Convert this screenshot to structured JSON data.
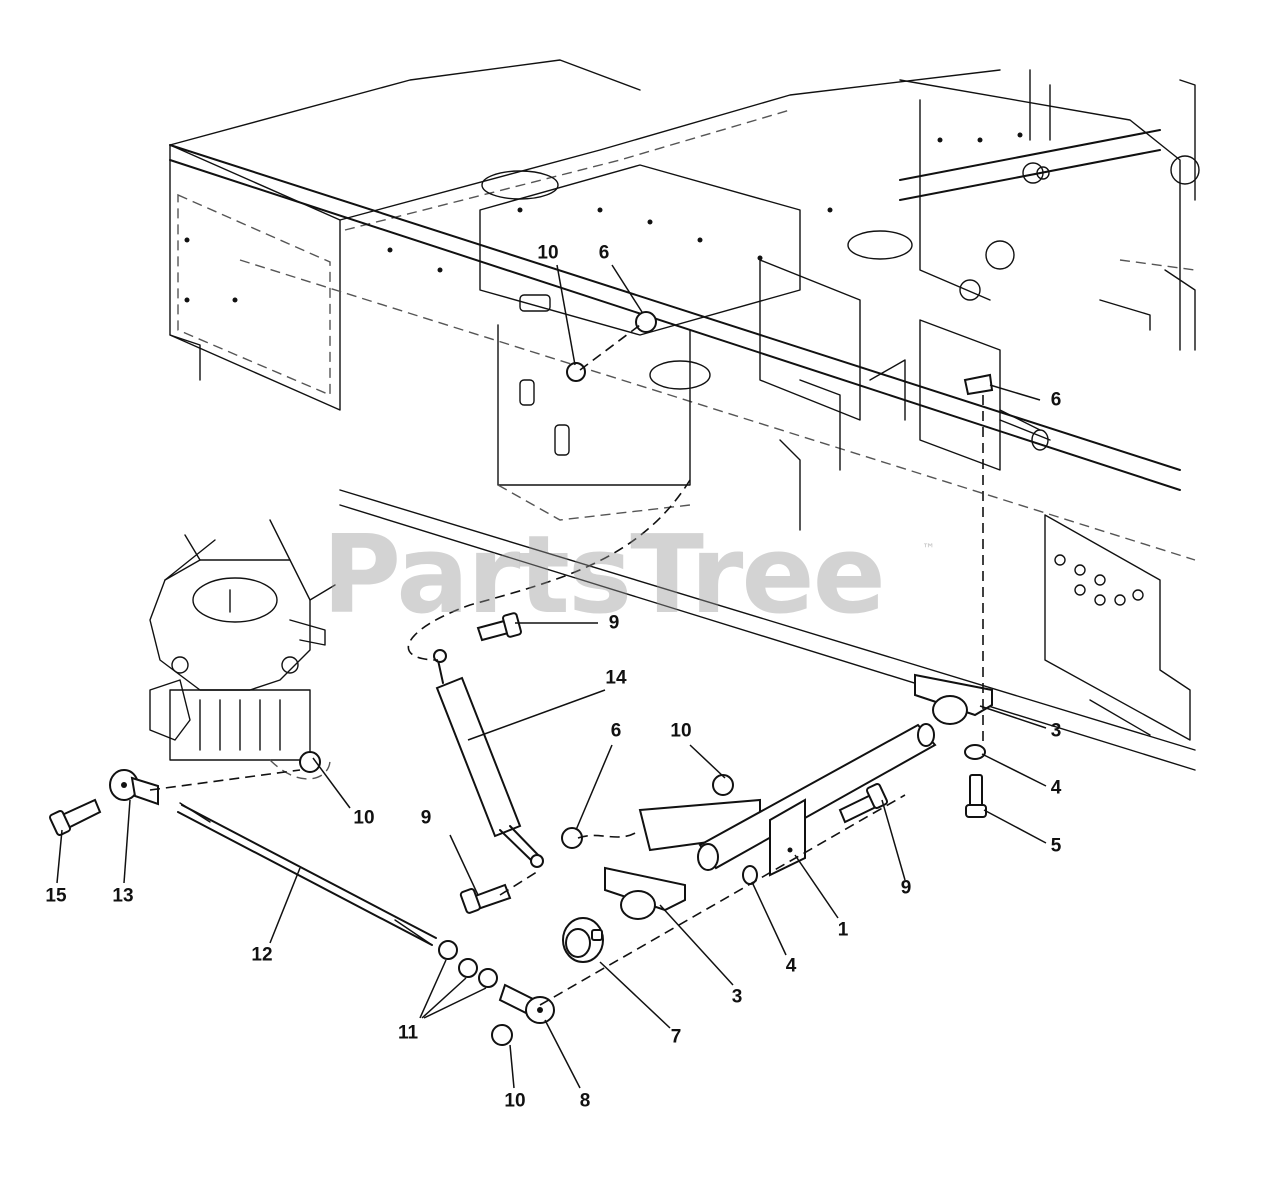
{
  "watermark": {
    "text": "PartsTree",
    "mark": "™"
  },
  "callouts": {
    "c10_top": "10",
    "c6_top": "6",
    "c6_right": "6",
    "c9_upper": "9",
    "c14": "14",
    "c3_right": "3",
    "c6_mid": "6",
    "c10_mid": "10",
    "c4_right": "4",
    "c10_left": "10",
    "c5": "5",
    "c9_left": "9",
    "c9_right": "9",
    "c1": "1",
    "c15": "15",
    "c13": "13",
    "c12": "12",
    "c4_mid": "4",
    "c3_mid": "3",
    "c11": "11",
    "c7": "7",
    "c10_bottom": "10",
    "c8": "8"
  }
}
